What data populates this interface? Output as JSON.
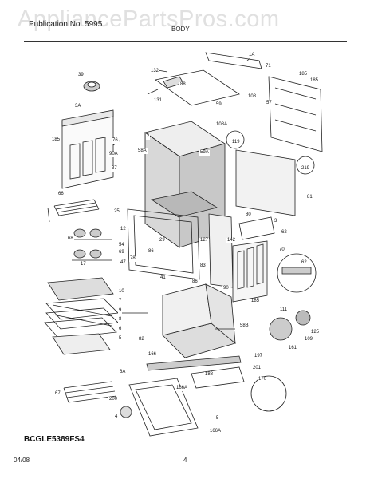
{
  "header": {
    "watermark": "AppliancePartsPros.com",
    "model": "Publication No. 5995",
    "section": "BODY"
  },
  "model_code": "BCGLE5389FS4",
  "footer": {
    "date": "04/08",
    "page": "4"
  },
  "part_callouts": [
    {
      "id": "1A",
      "label": "1A"
    },
    {
      "id": "71",
      "label": "71"
    },
    {
      "id": "185a",
      "label": "185"
    },
    {
      "id": "185b",
      "label": "185"
    },
    {
      "id": "132",
      "label": "132"
    },
    {
      "id": "88",
      "label": "88"
    },
    {
      "id": "131",
      "label": "131"
    },
    {
      "id": "108",
      "label": "108"
    },
    {
      "id": "57",
      "label": "57"
    },
    {
      "id": "59",
      "label": "59"
    },
    {
      "id": "108A",
      "label": "108A"
    },
    {
      "id": "39",
      "label": "39"
    },
    {
      "id": "3A",
      "label": "3A"
    },
    {
      "id": "76",
      "label": "76"
    },
    {
      "id": "185c",
      "label": "185"
    },
    {
      "id": "2",
      "label": "2"
    },
    {
      "id": "58A",
      "label": "58A"
    },
    {
      "id": "90A",
      "label": "90A"
    },
    {
      "id": "59A",
      "label": "59A"
    },
    {
      "id": "119",
      "label": "119"
    },
    {
      "id": "219",
      "label": "219"
    },
    {
      "id": "37",
      "label": "37"
    },
    {
      "id": "66",
      "label": "66"
    },
    {
      "id": "81",
      "label": "81"
    },
    {
      "id": "25",
      "label": "25"
    },
    {
      "id": "12",
      "label": "12"
    },
    {
      "id": "3",
      "label": "3"
    },
    {
      "id": "62a",
      "label": "62"
    },
    {
      "id": "80",
      "label": "80"
    },
    {
      "id": "68",
      "label": "68"
    },
    {
      "id": "29",
      "label": "29"
    },
    {
      "id": "127",
      "label": "127"
    },
    {
      "id": "142",
      "label": "142"
    },
    {
      "id": "54",
      "label": "54"
    },
    {
      "id": "69",
      "label": "69"
    },
    {
      "id": "70",
      "label": "70"
    },
    {
      "id": "86",
      "label": "86"
    },
    {
      "id": "17",
      "label": "17"
    },
    {
      "id": "47",
      "label": "47"
    },
    {
      "id": "78",
      "label": "78"
    },
    {
      "id": "62b",
      "label": "62"
    },
    {
      "id": "83",
      "label": "83"
    },
    {
      "id": "41",
      "label": "41"
    },
    {
      "id": "86b",
      "label": "86"
    },
    {
      "id": "90",
      "label": "90"
    },
    {
      "id": "10",
      "label": "10"
    },
    {
      "id": "7",
      "label": "7"
    },
    {
      "id": "9",
      "label": "9"
    },
    {
      "id": "8",
      "label": "8"
    },
    {
      "id": "6",
      "label": "6"
    },
    {
      "id": "5",
      "label": "5"
    },
    {
      "id": "185d",
      "label": "185"
    },
    {
      "id": "111",
      "label": "111"
    },
    {
      "id": "58B",
      "label": "58B"
    },
    {
      "id": "125",
      "label": "125"
    },
    {
      "id": "109",
      "label": "109"
    },
    {
      "id": "197",
      "label": "197"
    },
    {
      "id": "161",
      "label": "161"
    },
    {
      "id": "82",
      "label": "82"
    },
    {
      "id": "166",
      "label": "166"
    },
    {
      "id": "6A",
      "label": "6A"
    },
    {
      "id": "188",
      "label": "188"
    },
    {
      "id": "166A",
      "label": "166A"
    },
    {
      "id": "201",
      "label": "201"
    },
    {
      "id": "170",
      "label": "170"
    },
    {
      "id": "67",
      "label": "67"
    },
    {
      "id": "200",
      "label": "200"
    },
    {
      "id": "4",
      "label": "4"
    },
    {
      "id": "5b",
      "label": "5"
    },
    {
      "id": "166Ab",
      "label": "166A"
    }
  ]
}
